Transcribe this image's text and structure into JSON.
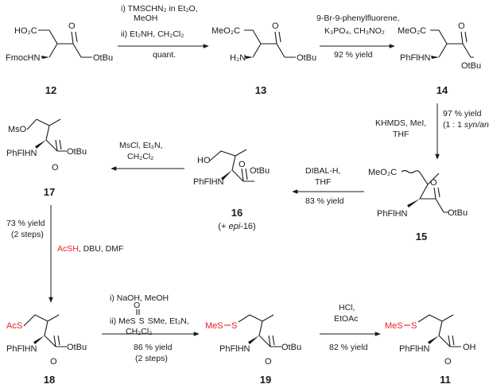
{
  "compounds": {
    "c12": {
      "number": "12",
      "label_acid": "HO₂C",
      "label_amine": "FmocHN",
      "label_ester": "OtBu"
    },
    "c13": {
      "number": "13",
      "label_ester_top": "MeO₂C",
      "label_amine": "H₂N",
      "label_ester": "OtBu"
    },
    "c14": {
      "number": "14",
      "label_ester_top": "MeO₂C",
      "label_amine": "PhFlHN",
      "label_ester": "OtBu"
    },
    "c15": {
      "number": "15",
      "label_ester_top": "MeO₂C",
      "label_amine": "PhFlHN",
      "label_ester": "OtBu"
    },
    "c16": {
      "number": "16",
      "label_top": "HO",
      "label_amine": "PhFlHN",
      "label_ester": "OtBu",
      "note_prefix": "(+ ",
      "note_epi": "epi",
      "note_suffix": "-16)"
    },
    "c17": {
      "number": "17",
      "label_top": "MsO",
      "label_amine": "PhFlHN",
      "label_ester": "OtBu"
    },
    "c18": {
      "number": "18",
      "label_top": "AcS",
      "label_amine": "PhFlHN",
      "label_ester": "OtBu"
    },
    "c19": {
      "number": "19",
      "label_mes": "MeS",
      "label_s": "S",
      "label_amine": "PhFlHN",
      "label_ester": "OtBu"
    },
    "c11": {
      "number": "11",
      "label_mes": "MeS",
      "label_s": "S",
      "label_amine": "PhFlHN",
      "label_acid": "OH"
    }
  },
  "steps": {
    "s1": {
      "above1": "i) TMSCHN₂ in Et₂O,",
      "above2": "MeOH",
      "above3": "ii) Et₂NH, CH₂Cl₂",
      "below": "quant."
    },
    "s2": {
      "above1": "9-Br-9-phenylfluorene,",
      "above2": "K₃PO₄, CH₃NO₂",
      "below": "92 % yield"
    },
    "s3": {
      "left1": "KHMDS, MeI,",
      "left2": "THF",
      "right1": "97 % yield",
      "right2_pre": "(1 : 1 ",
      "right2_it": "syn/anti",
      "right2_post": ")"
    },
    "s4": {
      "above1": "DIBAL-H,",
      "above2": "THF",
      "below": "83 % yield"
    },
    "s5": {
      "above1": "MsCl, Et₃N,",
      "above2": "CH₂Cl₂"
    },
    "s6": {
      "left1": "73 % yield",
      "left2": "(2 steps)",
      "reagent_red": "AcSH",
      "reagent_rest": ", DBU, DMF"
    },
    "s7": {
      "above1": "i) NaOH, MeOH",
      "above2_pre": "ii) MeS",
      "above2_o": "O",
      "above2_mid": "SMe, Et₃N,",
      "above3": "CH₂Cl₂",
      "below1": "86 % yield",
      "below2": "(2 steps)"
    },
    "s8": {
      "above1": "HCl,",
      "above2": "EtOAc",
      "below": "82 % yield"
    }
  },
  "colors": {
    "highlight": "#e8202a",
    "ink": "#1a1a1a"
  }
}
